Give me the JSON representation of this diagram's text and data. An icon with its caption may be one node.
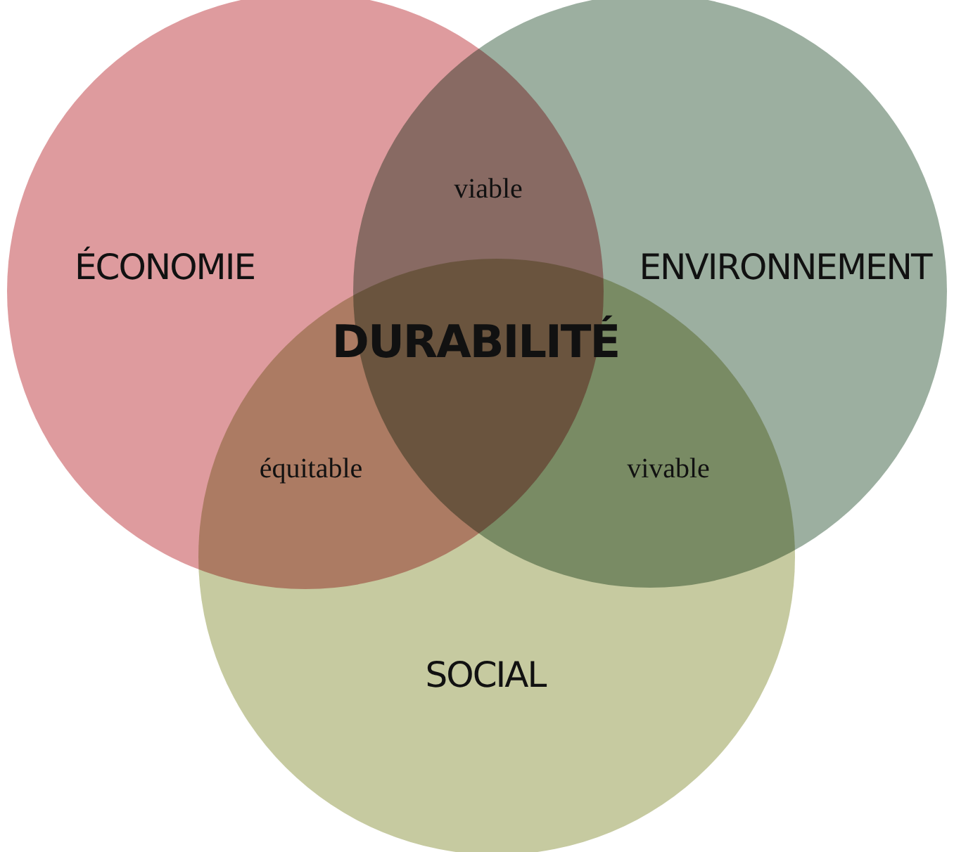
{
  "diagram": {
    "nodes": [
      {
        "text": [
          "ÉCONOMIE"
        ]
      },
      {
        "text": [
          "ENVIRONNEMENT"
        ]
      },
      {
        "text": [
          "SOCIAL"
        ]
      }
    ],
    "labels": [
      "viable",
      "DURABILITÉ",
      "équitable",
      "vivable"
    ]
  }
}
